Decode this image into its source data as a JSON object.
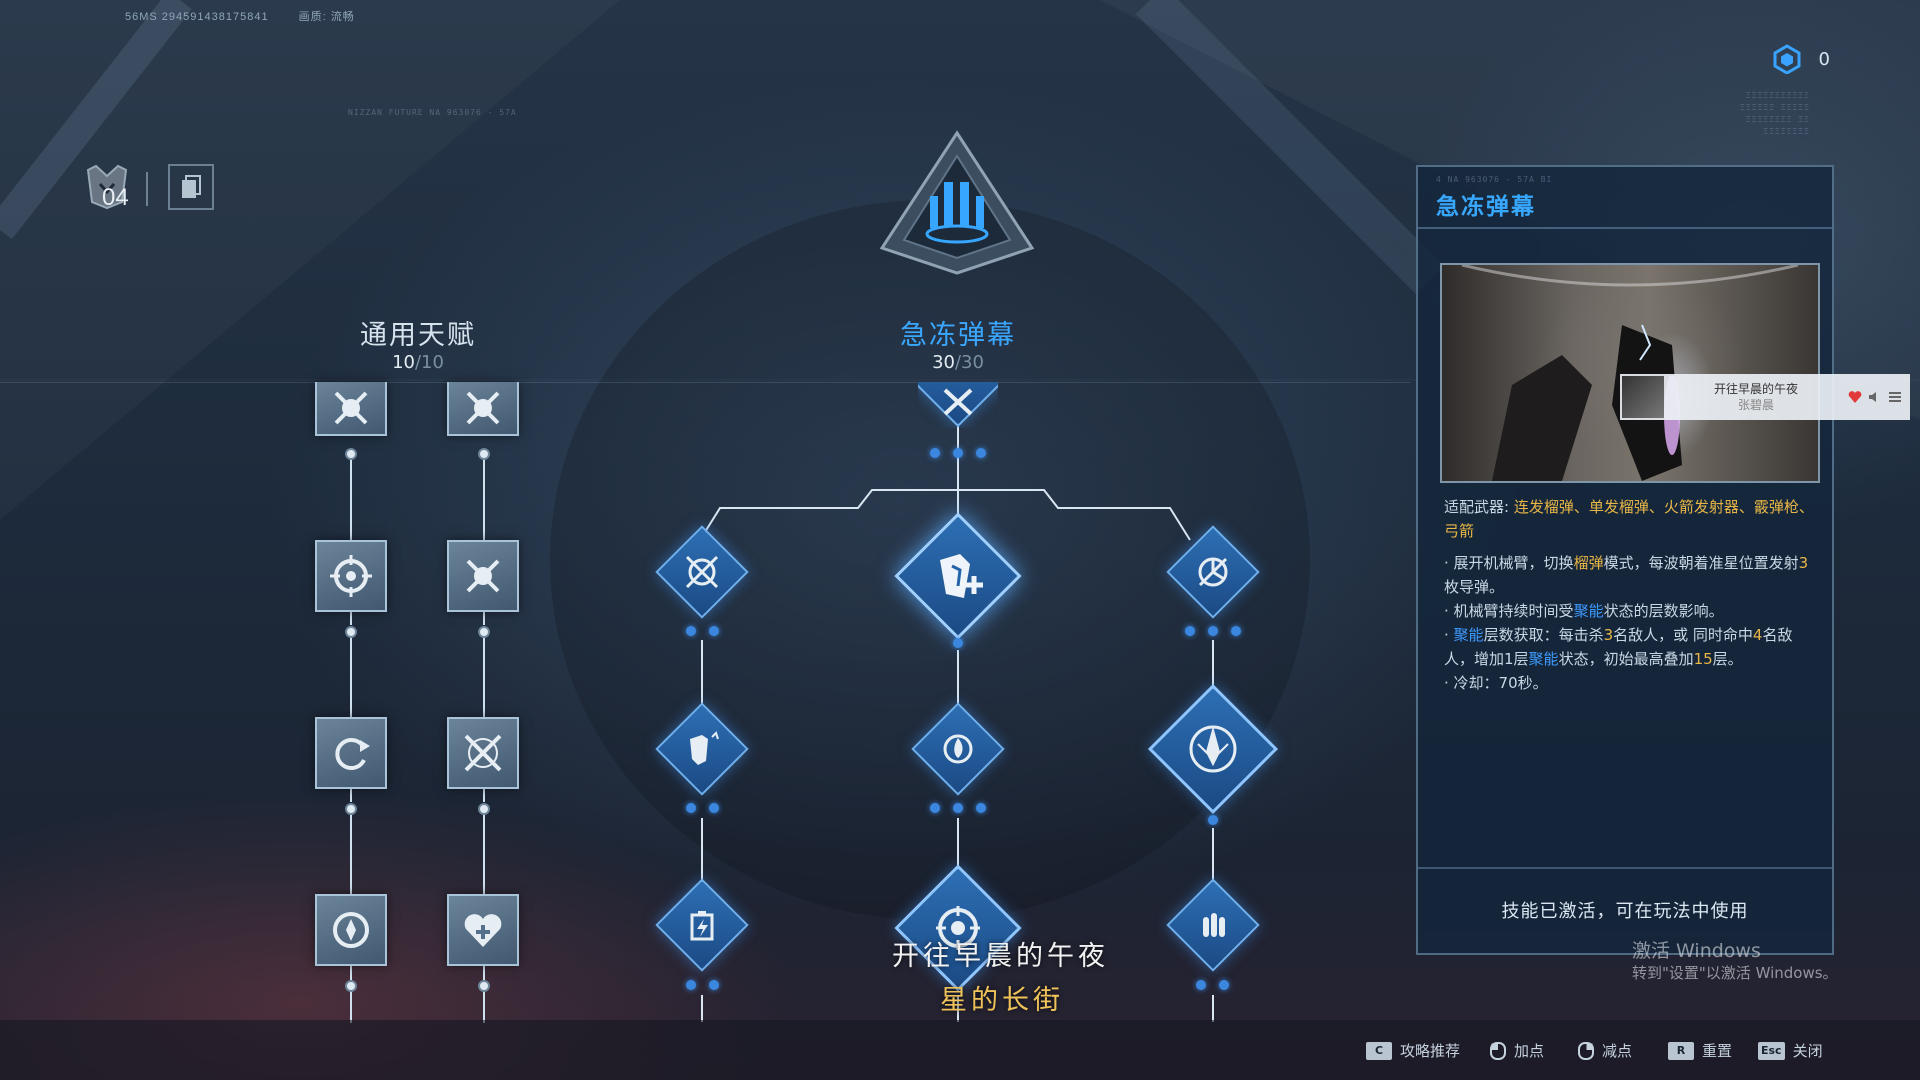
{
  "top_info": {
    "session": "56MS 294591438175841",
    "quality": "画质: 流畅"
  },
  "currency": {
    "icon": "cube-currency-icon",
    "value": "0"
  },
  "side": {
    "level": "04",
    "emblem_icon": "helmet-emblem-icon",
    "copy_icon": "copy-icon"
  },
  "columns": {
    "general": {
      "title": "通用天赋",
      "count_current": "10",
      "count_max": "/10"
    },
    "skill": {
      "title": "急冻弹幕",
      "count_current": "30",
      "count_max": "/30"
    }
  },
  "detail_panel": {
    "title": "急冻弹幕",
    "weapons_label": "适配武器:",
    "weapons": "连发榴弹、单发榴弹、火箭发射器、霰弹枪、弓箭",
    "line1_a": "展开机械臂，切换",
    "line1_hl": "榴弹",
    "line1_b": "模式，每波朝着准星位置发射",
    "line1_num": "3",
    "line1_c": "枚导弹。",
    "line2_a": "机械臂持续时间受",
    "line2_hl": "聚能",
    "line2_b": "状态的层数影响。",
    "line3_hl": "聚能",
    "line3_a": "层数获取：每击杀",
    "line3_n1": "3",
    "line3_b": "名敌人，或 同时命中",
    "line3_n2": "4",
    "line3_c": "名敌人，增加1层",
    "line3_hl2": "聚能",
    "line3_d": "状态，初始最高叠加",
    "line3_n3": "15",
    "line3_e": "层。",
    "line4": "冷却：70秒。",
    "footer": "技能已激活，可在玩法中使用"
  },
  "music_popup": {
    "title": "开往早晨的午夜",
    "artist": "张碧晨"
  },
  "subtitles": {
    "line1": "开往早晨的午夜",
    "line2": "星的长街"
  },
  "watermark": {
    "line1": "激活 Windows",
    "line2": "转到\"设置\"以激活 Windows。"
  },
  "hints": [
    {
      "key": "C",
      "label": "攻略推荐"
    },
    {
      "key": "mouse-left",
      "label": "加点"
    },
    {
      "key": "mouse-right",
      "label": "减点"
    },
    {
      "key": "R",
      "label": "重置"
    },
    {
      "key": "Esc",
      "label": "关闭"
    }
  ],
  "colors": {
    "accent_blue": "#38a8ff",
    "highlight_yellow": "#e7b646",
    "highlight_blue": "#3d9bff"
  }
}
